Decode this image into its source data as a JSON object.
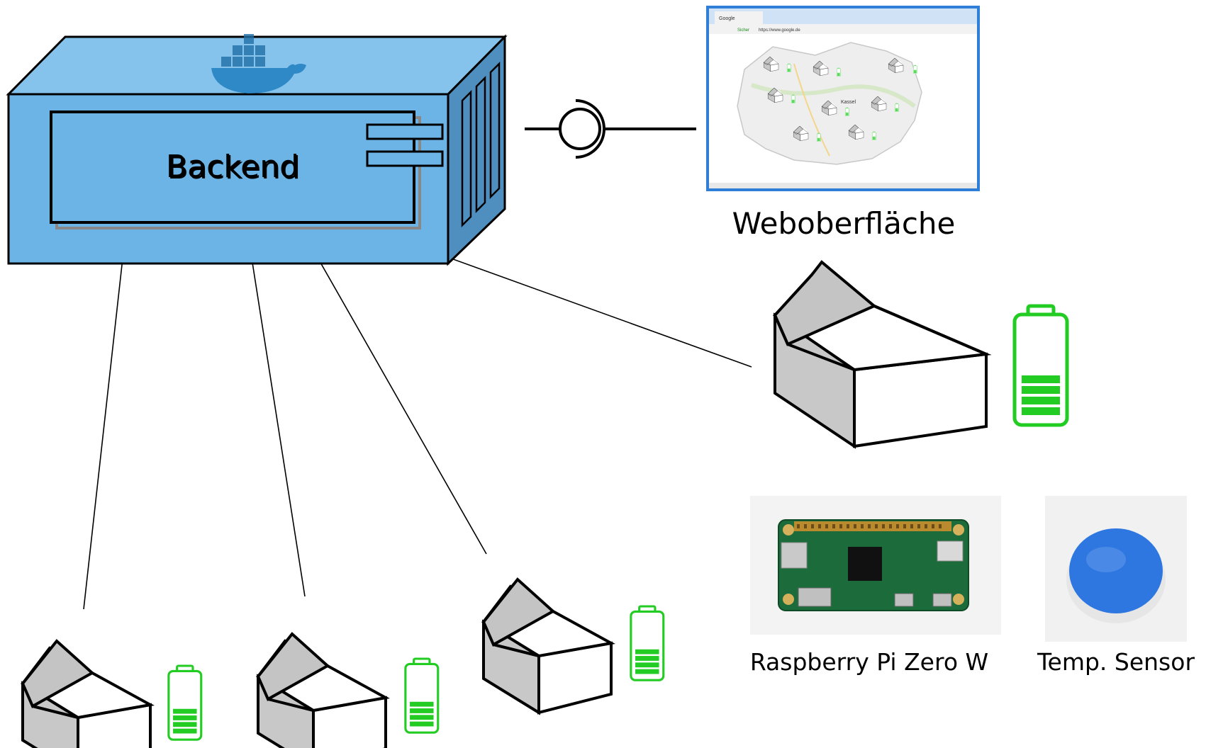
{
  "labels": {
    "backend": "Backend",
    "web_ui": "Weboberfläche",
    "raspberry": "Raspberry Pi Zero W",
    "sensor": "Temp. Sensor",
    "map_city": "Kassel"
  },
  "browser": {
    "tab_title": "Google",
    "secure_label": "Sicher",
    "url": "https://www.google.de"
  },
  "colors": {
    "container_front": "#6db4e6",
    "container_top": "#85c3ec",
    "container_side": "#4f8fc0",
    "roof": "#c6c6c6",
    "battery": "#22cc22",
    "sensor_blue": "#2f77e0"
  },
  "icons": {
    "docker": "docker-whale-icon",
    "interface": "ball-and-socket-interface-icon",
    "house": "house-icon",
    "battery": "battery-icon"
  }
}
